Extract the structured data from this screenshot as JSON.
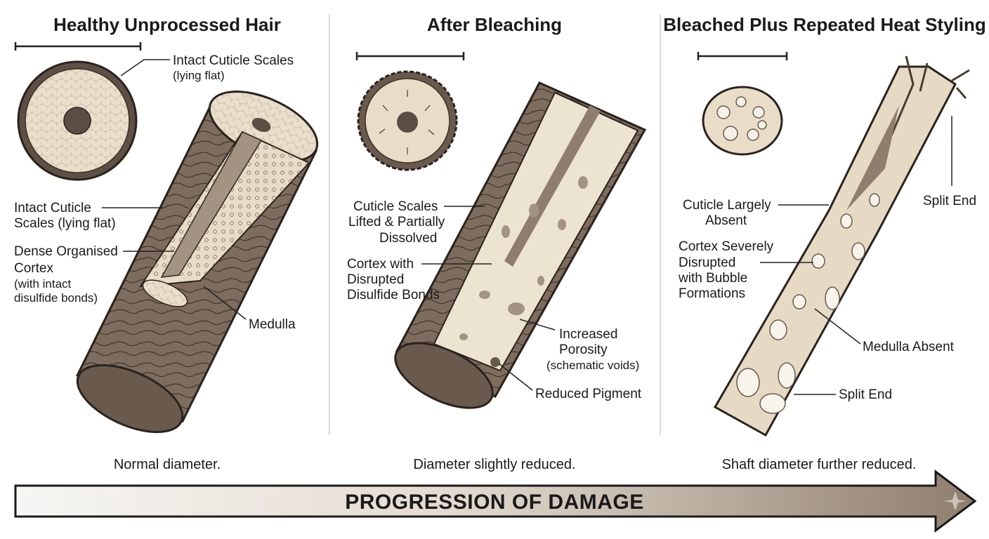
{
  "panels": [
    {
      "title": "Healthy Unprocessed Hair",
      "labels": {
        "cuticle_top": [
          "Intact Cuticle Scales",
          "(lying flat)"
        ],
        "cuticle_side": [
          "Intact Cuticle",
          "Scales (lying flat)"
        ],
        "cortex": [
          "Dense Organised",
          "Cortex",
          "(with intact",
          "disulfide bonds)"
        ],
        "medulla": "Medulla"
      },
      "caption": "Normal diameter."
    },
    {
      "title": "After Bleaching",
      "labels": {
        "cuticle": [
          "Cuticle Scales",
          "Lifted & Partially",
          "Dissolved"
        ],
        "cortex": [
          "Cortex with",
          "Disrupted",
          "Disulfide Bonds"
        ],
        "porosity": [
          "Increased",
          "Porosity",
          "(schematic voids)"
        ],
        "pigment": "Reduced Pigment"
      },
      "caption": "Diameter slightly reduced."
    },
    {
      "title": "Bleached Plus Repeated Heat Styling",
      "labels": {
        "cuticle": [
          "Cuticle Largely",
          "Absent"
        ],
        "cortex": [
          "Cortex Severely",
          "Disrupted",
          "with Bubble",
          "Formations"
        ],
        "medulla": "Medulla Absent",
        "split_top": "Split End",
        "split_bottom": "Split End"
      },
      "caption": "Shaft diameter further reduced."
    }
  ],
  "arrow": {
    "label": "PROGRESSION OF DAMAGE"
  },
  "colors": {
    "cuticle": "#7b6a5b",
    "cuticle_dark": "#4a3d32",
    "cortex": "#eadfcb",
    "medulla": "#5a4e44",
    "divider": "#c8c8c8"
  }
}
